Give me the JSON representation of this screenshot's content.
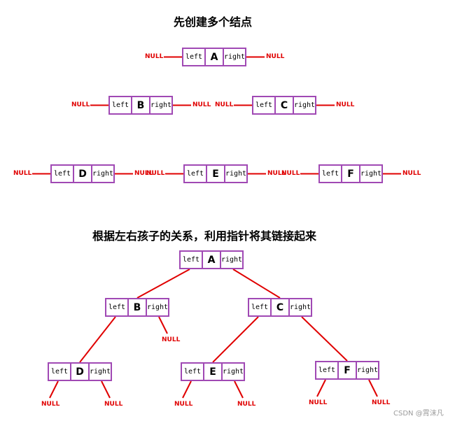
{
  "titles": {
    "step1": "先创建多个结点",
    "step2": "根据左右孩子的关系，利用指针将其链接起来"
  },
  "labels": {
    "left": "left",
    "right": "right",
    "null": "NULL"
  },
  "nodes": [
    "A",
    "B",
    "C",
    "D",
    "E",
    "F"
  ],
  "tree": {
    "root": "A",
    "children": {
      "A": [
        "B",
        "C"
      ],
      "B": [
        "D",
        null
      ],
      "C": [
        "E",
        "F"
      ],
      "D": [
        null,
        null
      ],
      "E": [
        null,
        null
      ],
      "F": [
        null,
        null
      ]
    }
  },
  "colors": {
    "node_border": "#a049b4",
    "pointer_line": "#e00000",
    "null_text": "#e00000"
  },
  "watermark": "CSDN @霄沫凡"
}
